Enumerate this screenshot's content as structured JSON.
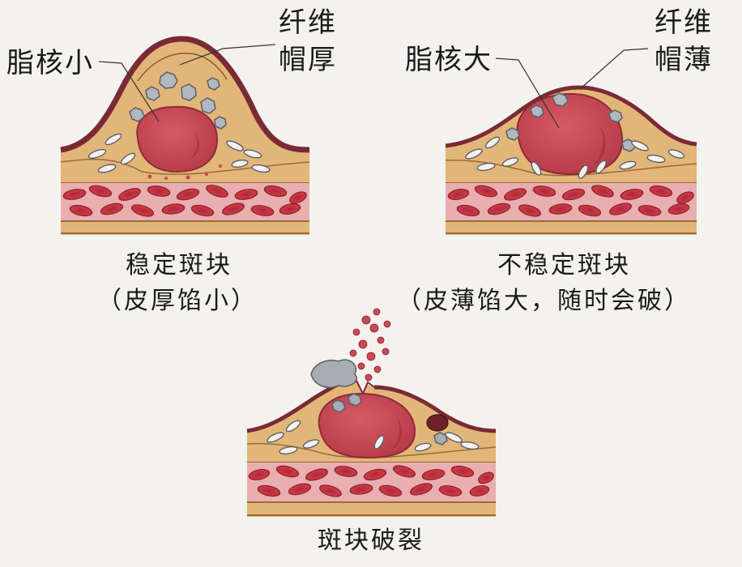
{
  "panels": {
    "stable": {
      "core_label": "脂核小",
      "cap_label_line1": "纤维",
      "cap_label_line2": "帽厚",
      "title": "稳定斑块",
      "subtitle": "（皮厚馅小）"
    },
    "unstable": {
      "core_label": "脂核大",
      "cap_label_line1": "纤维",
      "cap_label_line2": "帽薄",
      "title": "不稳定斑块",
      "subtitle": "（皮薄馅大，随时会破）"
    },
    "rupture": {
      "title": "斑块破裂"
    }
  },
  "colors": {
    "wall": "#e2b678",
    "cap_rim": "#7a2a35",
    "lipid_core": "#c94a57",
    "vessel_band": "#e9aeb0",
    "rbc": "#c23340",
    "platelet": "#a8acb4",
    "background": "#f4f2ef"
  }
}
